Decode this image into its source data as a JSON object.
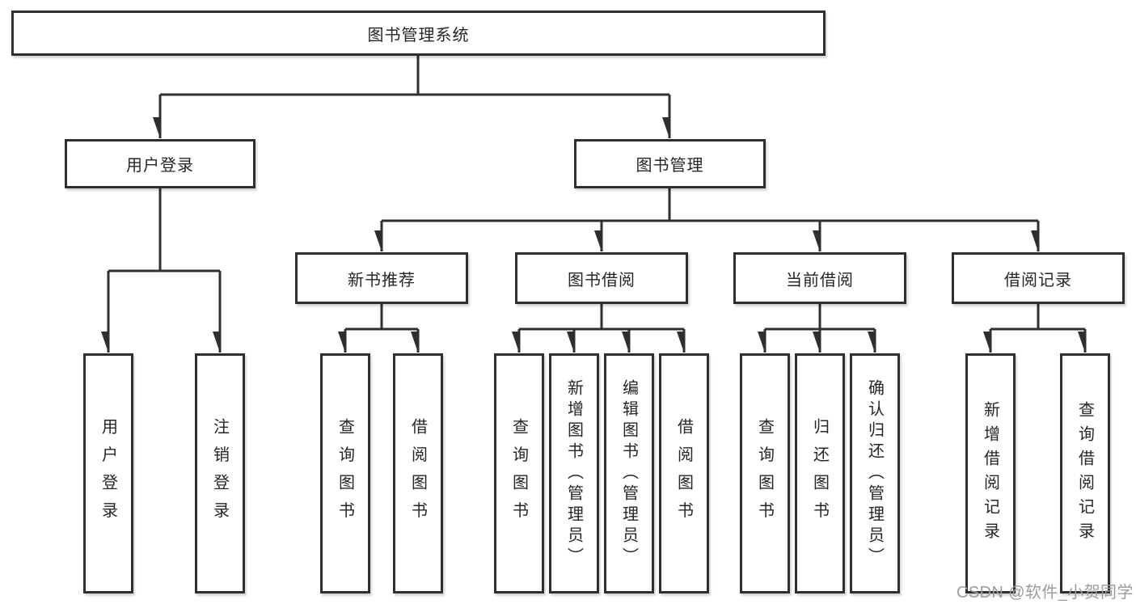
{
  "diagram": {
    "colors": {
      "line": "#2f2f2f",
      "box_background": "#ffffff",
      "text": "#262626",
      "watermark": "#9c9c9c"
    },
    "nodes": {
      "root": {
        "label": "图书管理系统"
      },
      "level2": [
        {
          "label": "用户登录"
        },
        {
          "label": "图书管理"
        }
      ],
      "level3": [
        {
          "label": "新书推荐"
        },
        {
          "label": "图书借阅"
        },
        {
          "label": "当前借阅"
        },
        {
          "label": "借阅记录"
        }
      ],
      "leaves": [
        {
          "label": "用户登录"
        },
        {
          "label": "注销登录"
        },
        {
          "label": "查询图书"
        },
        {
          "label": "借阅图书"
        },
        {
          "label": "查询图书"
        },
        {
          "label": "新增图书（管理员）"
        },
        {
          "label": "编辑图书（管理员）"
        },
        {
          "label": "借阅图书"
        },
        {
          "label": "查询图书"
        },
        {
          "label": "归还图书"
        },
        {
          "label": "确认归还（管理员）"
        },
        {
          "label": "新增借阅记录"
        },
        {
          "label": "查询借阅记录"
        }
      ]
    },
    "watermark": "CSDN @软件_小贺同学"
  }
}
